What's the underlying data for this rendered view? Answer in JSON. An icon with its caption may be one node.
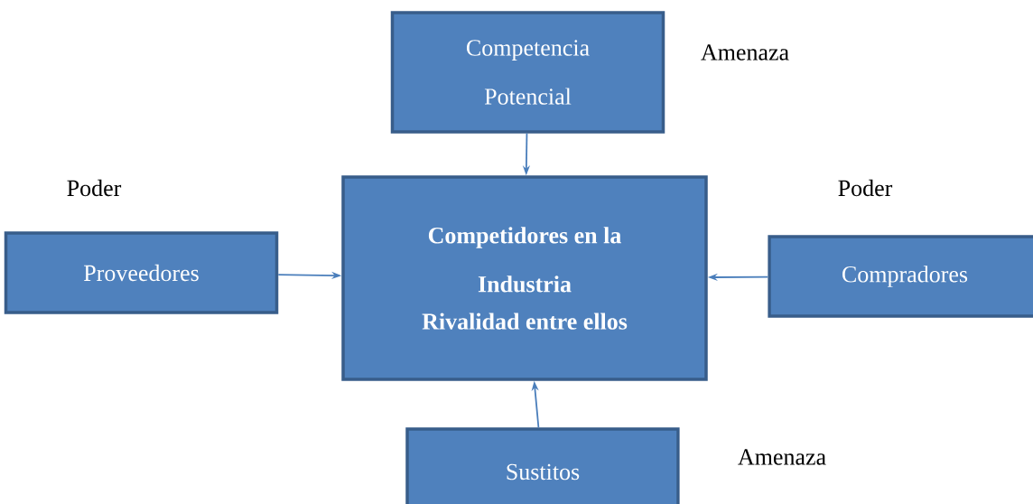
{
  "diagram": {
    "nodes": [
      {
        "text": [
          "Competencia Potencial"
        ],
        "beside": [
          "Amenaza"
        ]
      },
      {
        "text": [
          "Competidores en la Industria",
          "Rivalidad entre ellos"
        ]
      },
      {
        "text": [
          "Proveedores"
        ],
        "beside": [
          "Poder"
        ]
      },
      {
        "text": [
          "Compradores"
        ],
        "beside": [
          "Poder"
        ]
      },
      {
        "text": [
          "Sustitos"
        ],
        "beside": [
          "Amenaza"
        ]
      }
    ],
    "edges": [
      {
        "from": 0,
        "to": 1,
        "arrow": "to"
      },
      {
        "from": 2,
        "to": 1,
        "arrow": "to"
      },
      {
        "from": 3,
        "to": 1,
        "arrow": "to"
      },
      {
        "from": 4,
        "to": 1,
        "arrow": "to"
      }
    ]
  }
}
